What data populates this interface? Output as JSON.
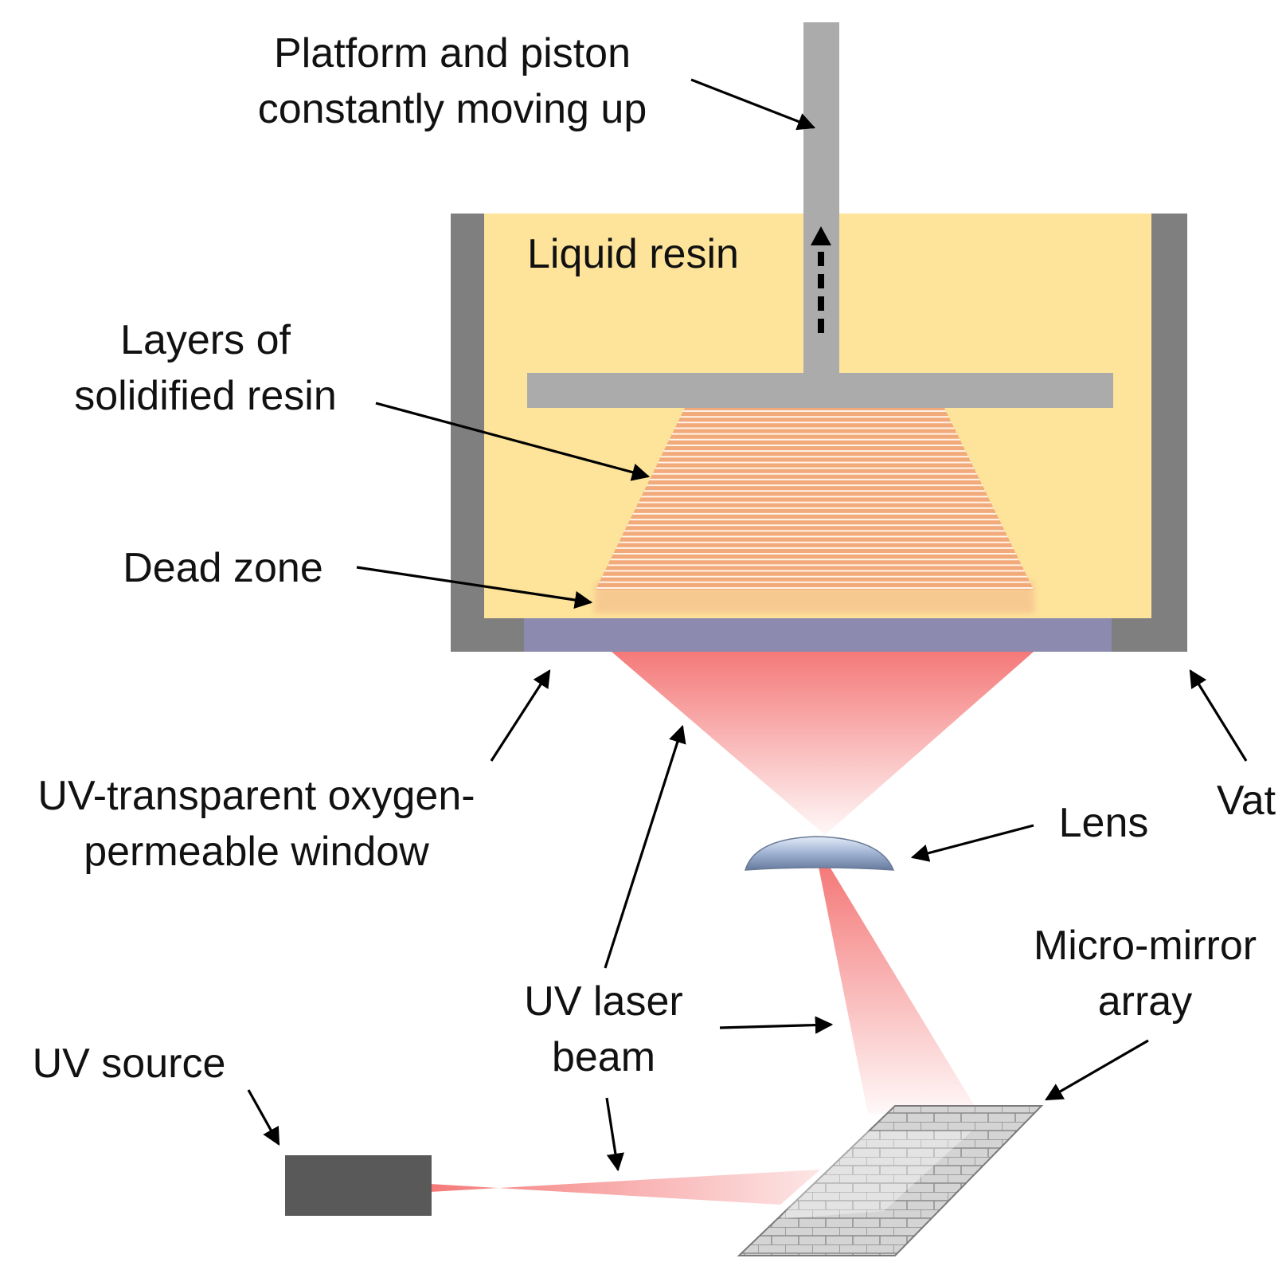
{
  "labels": {
    "platform_line1": "Platform and piston",
    "platform_line2": "constantly moving up",
    "liquid_resin": "Liquid resin",
    "layers_line1": "Layers of",
    "layers_line2": "solidified resin",
    "dead_zone": "Dead zone",
    "window_line1": "UV-transparent oxygen-",
    "window_line2": "permeable window",
    "vat": "Vat",
    "lens": "Lens",
    "mirror_line1": "Micro-mirror",
    "mirror_line2": "array",
    "beam_line1": "UV laser",
    "beam_line2": "beam",
    "uv_source": "UV source"
  },
  "colors": {
    "resin": "#fde49a",
    "vat_wall": "#7f7f7f",
    "platform": "#ababab",
    "window": "#8c8aaf",
    "solid_layers": "#f2aa7a",
    "uv_beam": "#f47272",
    "uv_source": "#595959",
    "lens": "#8fa2c4",
    "mirror_array": "#cfcfcf"
  }
}
